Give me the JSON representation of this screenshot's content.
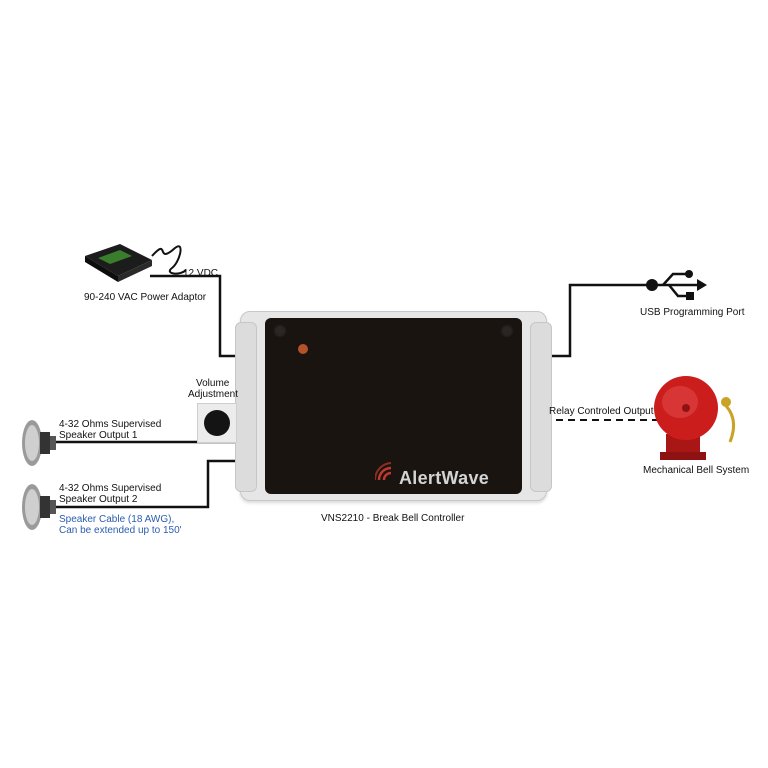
{
  "power": {
    "voltage_label": "12 VDC",
    "adaptor_label": "90-240 VAC Power Adaptor"
  },
  "volume": {
    "label_line1": "Volume",
    "label_line2": "Adjustment"
  },
  "speaker1": {
    "line1": "4-32 Ohms Supervised",
    "line2": "Speaker Output 1"
  },
  "speaker2": {
    "line1": "4-32 Ohms Supervised",
    "line2": "Speaker Output 2"
  },
  "cable_note": {
    "line1": "Speaker Cable (18 AWG),",
    "line2": "Can be extended up to 150'"
  },
  "controller": {
    "brand": "AlertWave",
    "caption": "VNS2210 - Break Bell Controller"
  },
  "usb": {
    "label": "USB Programming Port"
  },
  "relay": {
    "label": "Relay Controled Output"
  },
  "bell": {
    "label": "Mechanical Bell System"
  },
  "colors": {
    "device_body": "#1a1411",
    "enclosure": "#e9e9e9",
    "bell_red": "#cc1d1d",
    "note_blue": "#2a5db0",
    "wifi_red": "#c0392b"
  }
}
